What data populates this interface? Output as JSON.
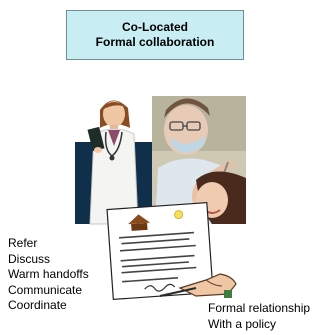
{
  "title": {
    "line1": "Co-Located",
    "line2": "Formal collaboration"
  },
  "actions": [
    "Refer",
    "Discuss",
    "Warm handoffs",
    "Communicate",
    "Coordinate"
  ],
  "relationship": {
    "line1": "Formal relationship",
    "line2": "With a policy"
  },
  "colors": {
    "title_box_fill": "#c8eef3",
    "dark_panel": "#0f2f4a"
  }
}
